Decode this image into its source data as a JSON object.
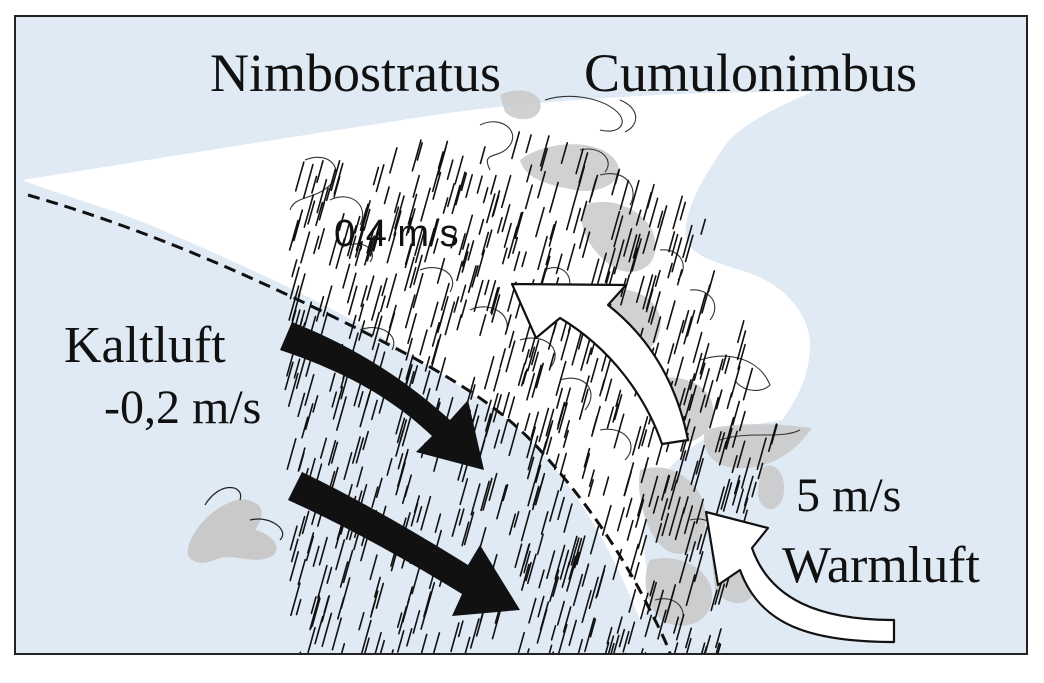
{
  "labels": {
    "nimbostratus": "Nimbostratus",
    "cumulonimbus": "Cumulonimbus",
    "updraft_speed": "0,4 m/s",
    "cold_air": "Kaltluft",
    "cold_air_speed": "-0,2 m/s",
    "warm_air_speed": "5 m/s",
    "warm_air": "Warmluft"
  },
  "colors": {
    "sky": "#dfeaf5",
    "cloud": "#ffffff",
    "cloud_shade": "#c9c9c9",
    "rain": "#111111",
    "cold_arrow": "#111111",
    "warm_arrow": "#ffffff",
    "frame": "#222222"
  }
}
